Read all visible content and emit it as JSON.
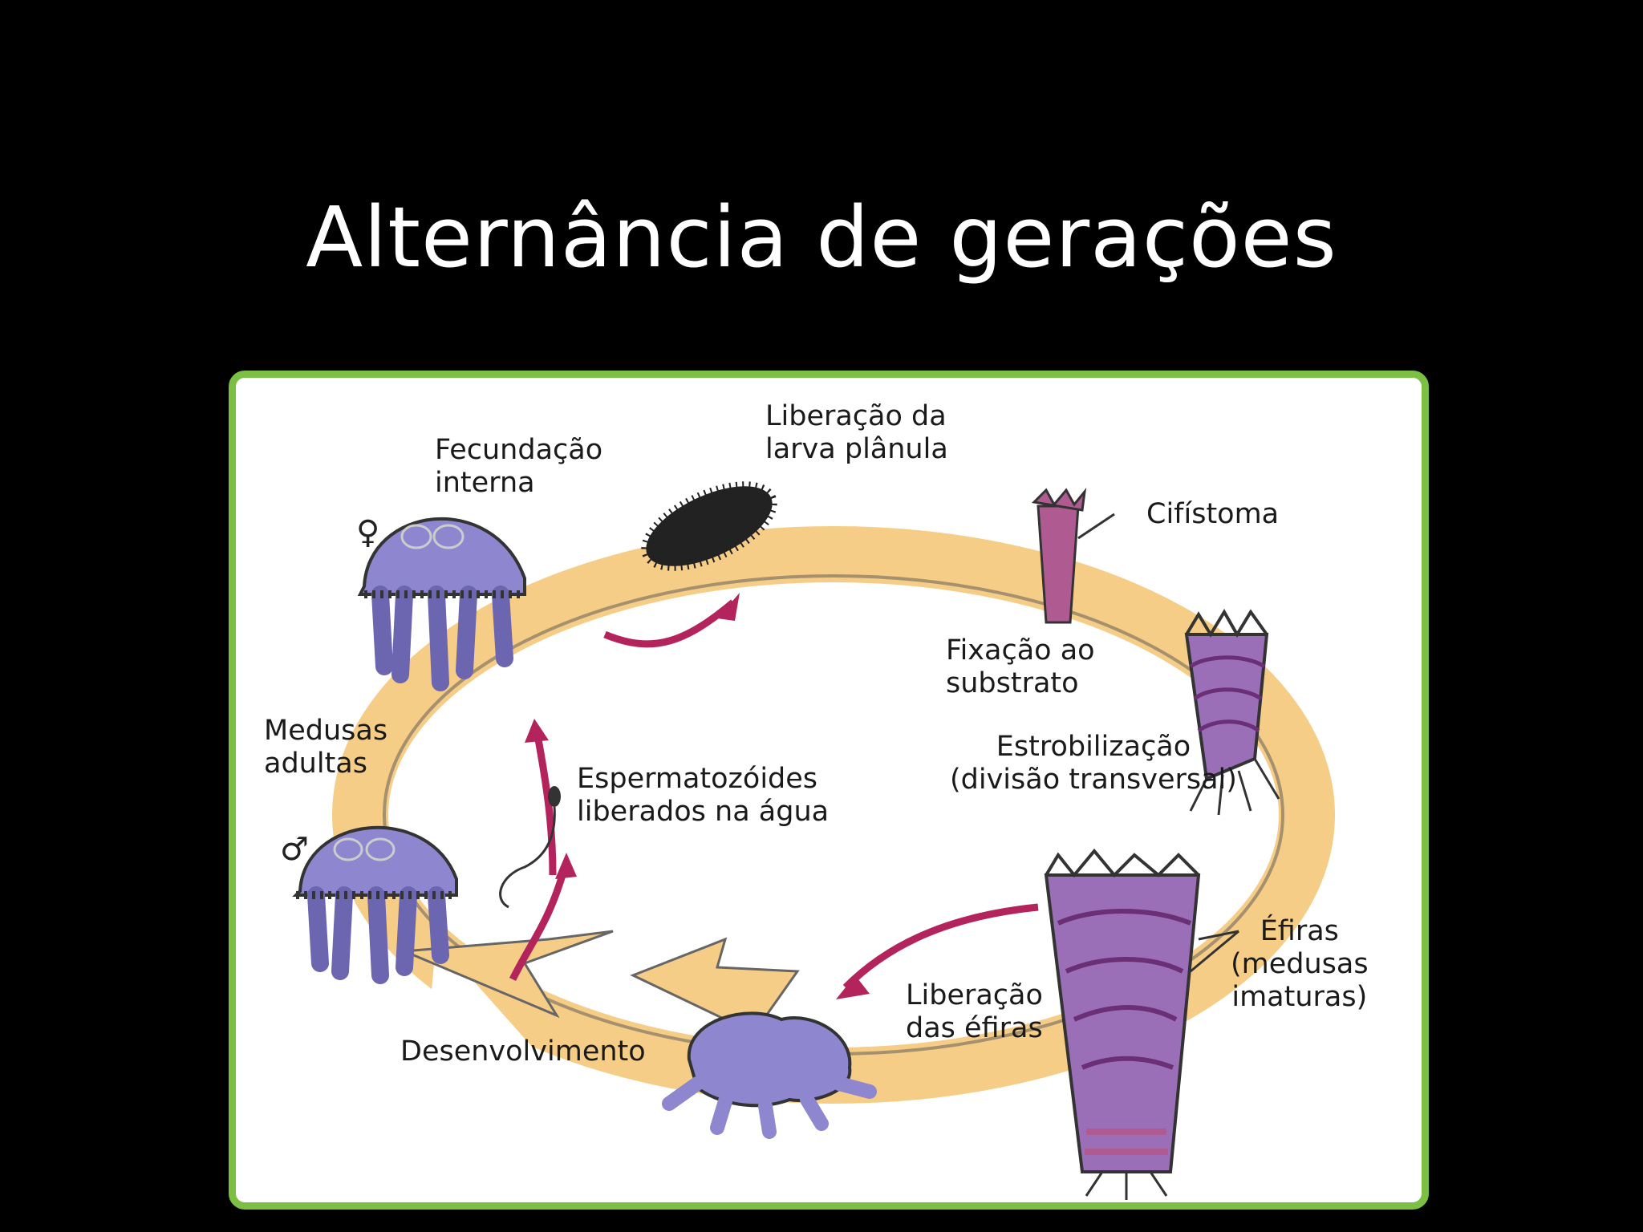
{
  "slide": {
    "title": "Alternância de gerações"
  },
  "diagram": {
    "labels": {
      "fecundacao": [
        "Fecundação",
        "interna"
      ],
      "liberacao_planula": [
        "Liberação da",
        "larva plânula"
      ],
      "cifistoma": "Cifístoma",
      "fixacao": [
        "Fixação ao",
        "substrato"
      ],
      "estrobilizacao": [
        "Estrobilização",
        "(divisão transversal)"
      ],
      "efiras": [
        "Éfiras",
        "(medusas",
        "imaturas)"
      ],
      "liberacao_efiras": [
        "Liberação",
        "das éfiras"
      ],
      "desenvolvimento": "Desenvolvimento",
      "espermatozoides": [
        "Espermatozóides",
        "liberados na água"
      ],
      "medusas_adultas": [
        "Medusas",
        "adultas"
      ]
    },
    "symbols": {
      "female": "♀",
      "male": "♂"
    },
    "colors": {
      "border": "#7bc043",
      "cycle_arrow": "#f6cd86",
      "organism": "#8e87cf",
      "polyp": "#b05a92",
      "red_arrow": "#b3245c"
    }
  }
}
